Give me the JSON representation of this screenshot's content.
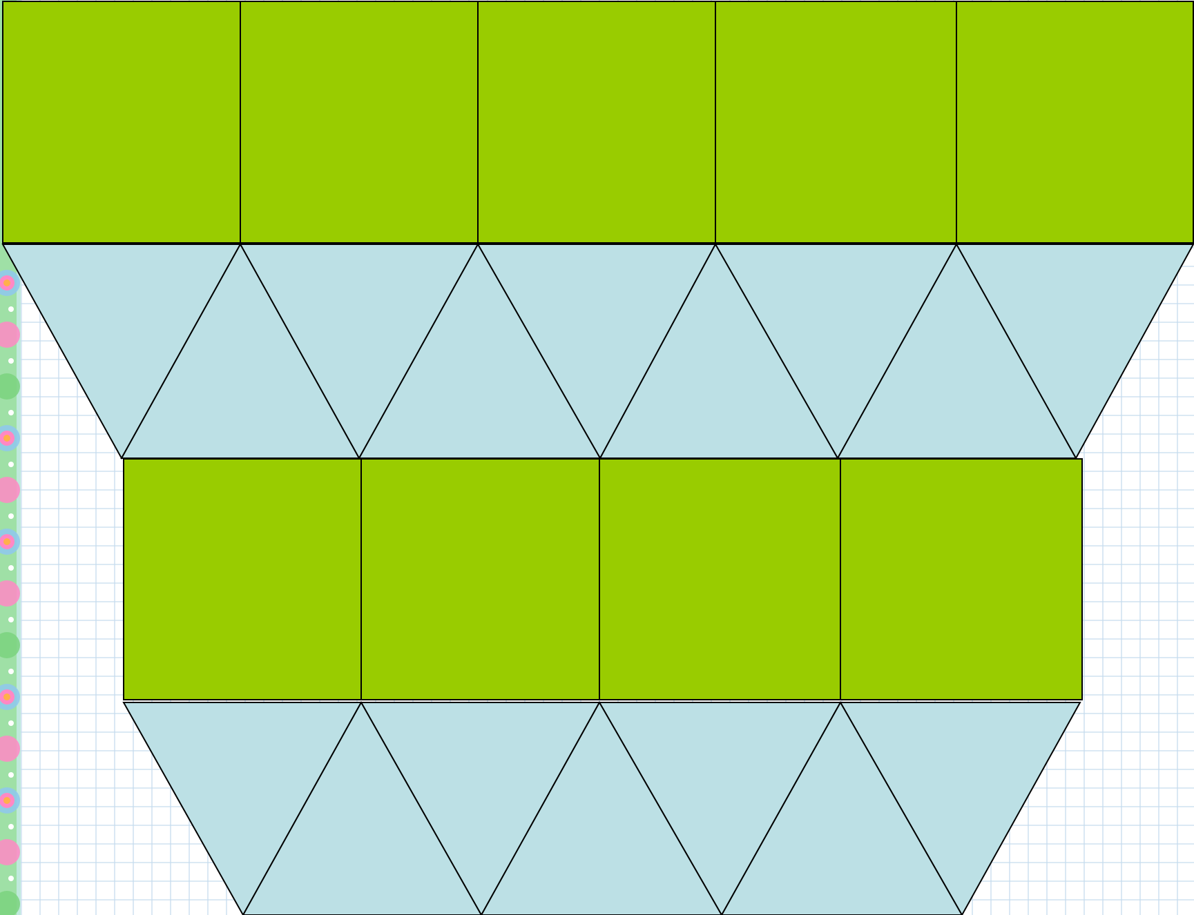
{
  "colors": {
    "square_fill": "#99cc00",
    "triangle_fill": "#bce0e5",
    "shape_stroke": "#000000",
    "paper_background": "#ffffff",
    "grid_line": "#c5dcee",
    "border_strip": "#9fe0a6",
    "border_dot_pink": "#ff88c4",
    "border_dot_blue": "#8ec7ee",
    "border_dot_orange": "#ffb04a",
    "border_dot_green": "#7ad27e"
  },
  "background": {
    "style": "graph-paper",
    "border": "decorative-dotted-strip-left"
  },
  "net": {
    "rows": [
      {
        "kind": "squares",
        "count": 5
      },
      {
        "kind": "triangles",
        "count": 9,
        "first_orientation": "down"
      },
      {
        "kind": "squares",
        "count": 4
      },
      {
        "kind": "triangles",
        "count": 7,
        "first_orientation": "down"
      }
    ]
  }
}
